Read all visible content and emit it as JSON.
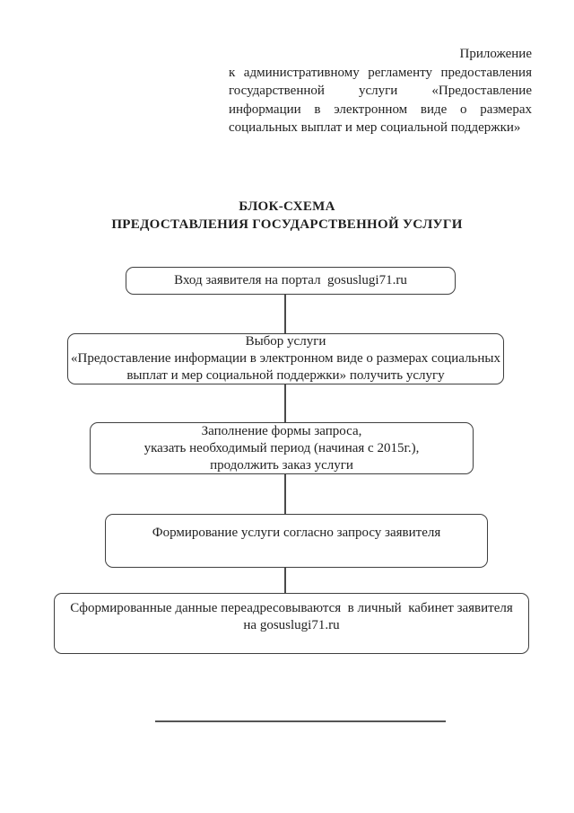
{
  "appendix": {
    "first_line": "Приложение",
    "lines": [
      "к административному регламенту предоставления",
      "государственной услуги «Предоставление",
      "информации в электронном виде о размерах",
      "социальных выплат и мер социальной поддержки»"
    ]
  },
  "title": {
    "line1": "БЛОК-СХЕМА",
    "line2": "ПРЕДОСТАВЛЕНИЯ ГОСУДАРСТВЕННОЙ УСЛУГИ"
  },
  "flowchart": {
    "steps": [
      {
        "lines": [
          "Вход заявителя на портал  gosuslugi71.ru"
        ]
      },
      {
        "lines": [
          "Выбор услуги",
          "«Предоставление информации в электронном виде о размерах социальных",
          "выплат и мер социальной поддержки» получить услугу"
        ]
      },
      {
        "lines": [
          "Заполнение формы запроса,",
          "указать необходимый период (начиная с 2015г.),",
          "продолжить заказ услуги"
        ]
      },
      {
        "lines": [
          "Формирование услуги согласно запросу заявителя"
        ]
      },
      {
        "lines": [
          "Сформированные данные переадресовываются  в личный  кабинет заявителя",
          "на gosuslugi71.ru"
        ]
      }
    ]
  },
  "colors": {
    "ink": "#1f1f1f",
    "box_border": "#3f3f3f",
    "background": "#ffffff"
  }
}
